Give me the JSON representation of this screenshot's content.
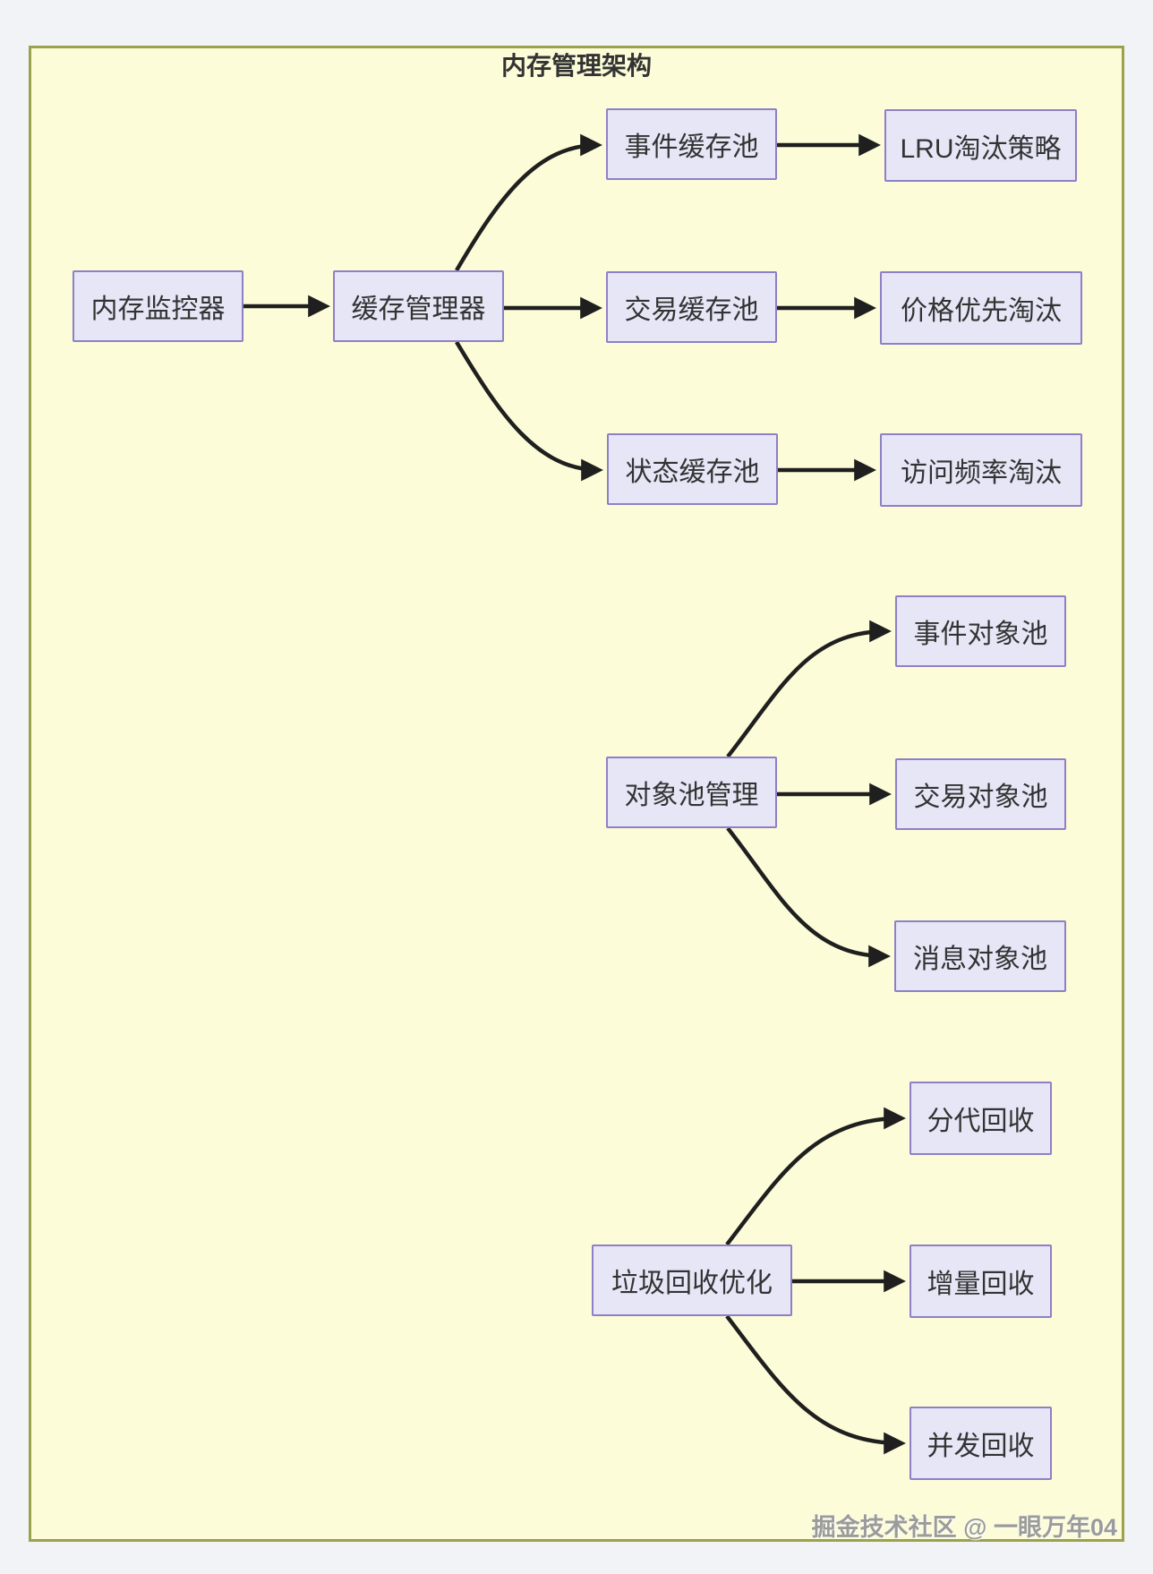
{
  "title": "内存管理架构",
  "watermark": "掘金技术社区 @ 一眼万年04",
  "colors": {
    "canvas_bg": "#f1f3f6",
    "panel_bg": "#fcfcd8",
    "panel_border": "#9aa24c",
    "node_bg": "#e6e6f7",
    "node_border": "#8f7fc7",
    "node_text": "#333333",
    "title_text": "#333333",
    "arrow": "#1f1f1f",
    "watermark_text": "#9b9b9b"
  },
  "nodes": {
    "memory_monitor": {
      "label": "内存监控器"
    },
    "cache_manager": {
      "label": "缓存管理器"
    },
    "event_cache_pool": {
      "label": "事件缓存池"
    },
    "lru_policy": {
      "label": "LRU淘汰策略"
    },
    "trade_cache_pool": {
      "label": "交易缓存池"
    },
    "price_priority_eviction": {
      "label": "价格优先淘汰"
    },
    "state_cache_pool": {
      "label": "状态缓存池"
    },
    "access_freq_eviction": {
      "label": "访问频率淘汰"
    },
    "object_pool_mgmt": {
      "label": "对象池管理"
    },
    "event_object_pool": {
      "label": "事件对象池"
    },
    "trade_object_pool": {
      "label": "交易对象池"
    },
    "message_object_pool": {
      "label": "消息对象池"
    },
    "gc_optimization": {
      "label": "垃圾回收优化"
    },
    "generational_gc": {
      "label": "分代回收"
    },
    "incremental_gc": {
      "label": "增量回收"
    },
    "concurrent_gc": {
      "label": "并发回收"
    }
  },
  "edges": [
    {
      "from": "memory_monitor",
      "to": "cache_manager"
    },
    {
      "from": "cache_manager",
      "to": "event_cache_pool"
    },
    {
      "from": "cache_manager",
      "to": "trade_cache_pool"
    },
    {
      "from": "cache_manager",
      "to": "state_cache_pool"
    },
    {
      "from": "event_cache_pool",
      "to": "lru_policy"
    },
    {
      "from": "trade_cache_pool",
      "to": "price_priority_eviction"
    },
    {
      "from": "state_cache_pool",
      "to": "access_freq_eviction"
    },
    {
      "from": "object_pool_mgmt",
      "to": "event_object_pool"
    },
    {
      "from": "object_pool_mgmt",
      "to": "trade_object_pool"
    },
    {
      "from": "object_pool_mgmt",
      "to": "message_object_pool"
    },
    {
      "from": "gc_optimization",
      "to": "generational_gc"
    },
    {
      "from": "gc_optimization",
      "to": "incremental_gc"
    },
    {
      "from": "gc_optimization",
      "to": "concurrent_gc"
    }
  ]
}
